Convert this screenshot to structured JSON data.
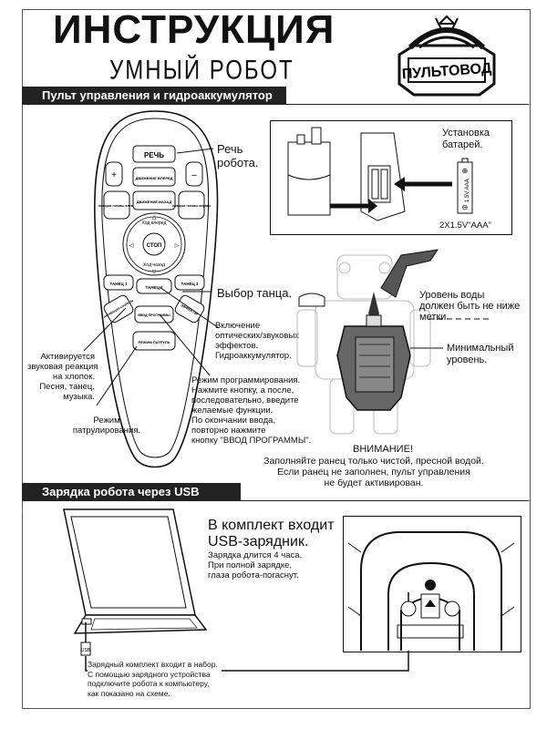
{
  "header": {
    "title": "ИНСТРУКЦИЯ",
    "subtitle": "УМНЫЙ РОБОТ",
    "logo_text": "ПУЛЬТОВОД"
  },
  "section1": {
    "bar_title": "Пульт управления и гидроаккумулятор"
  },
  "remote": {
    "buttons": {
      "speech": "РЕЧЬ",
      "plus": "+",
      "minus": "–",
      "forward": "ДВИЖЕНИЕ ВПЕРЕД",
      "backward": "ДВИЖЕНИЕ НАЗАД",
      "head_left": "поворот головы влево",
      "head_right": "поворот головы вправо",
      "up": "Ход вперед",
      "down": "Ход назад",
      "stop": "СТОП",
      "dance1": "ТАНЕЦ 1",
      "dance2": "ТАНЕЦ 2",
      "dance3": "ТАНЕЦ 3",
      "hand_clap": "АКТИВАЦИЯ ХЛОПКОМ",
      "effects": "ЭФФЕКТЫ",
      "program": "ВВОД ПРОГРАММЫ",
      "patrol": "РЕЖИМ ПАТРУЛЬ"
    }
  },
  "callouts": {
    "speech": "Речь\nробота.",
    "dance": "Выбор танца.",
    "effects": "Включение\nоптических/звуковых\nэффектов.\nГидроаккумулятор.",
    "clap": "Активируется\nзвуковая реакция\nна хлопок.\nПесня, танец,\nмузыка.",
    "program": "Режим программирования.\nНажмите кнопку, а после,\nпоследовательно, введите\nжелаемые функции.\nПо окончании ввода,\nповторно нажмите\nкнопку \"ВВОД ПРОГРАММЫ\".",
    "patrol": "Режим\nпатрулирования."
  },
  "battery": {
    "title": "Установка\nбатарей.",
    "spec": "2X1.5V\"AAA\"",
    "cell_label": "1.5V AAA"
  },
  "water": {
    "level_note": "Уровень воды\nдолжен быть не ниже\nметки",
    "min_level": "Минимальный\nуровень.",
    "warning_title": "ВНИМАНИЕ!",
    "warning_text": "Заполняйте ранец только чистой, пресной водой.\nЕсли ранец не заполнен, пульт управления\nне будет активирован."
  },
  "section2": {
    "bar_title": "Зарядка робота через USB кабель",
    "kit_title": "В комплект входит\nUSB-зарядник.",
    "charge_note": "Зарядка длится 4 часа.\nПри полной зарядке,\nглаза робота-погаснут.",
    "usb_label": "USB",
    "footer_note": "Зарядный комплект входит в набор.\nС помощью зарядного устройства\nподключите робота к компьютеру,\nкак показано на схеме."
  }
}
